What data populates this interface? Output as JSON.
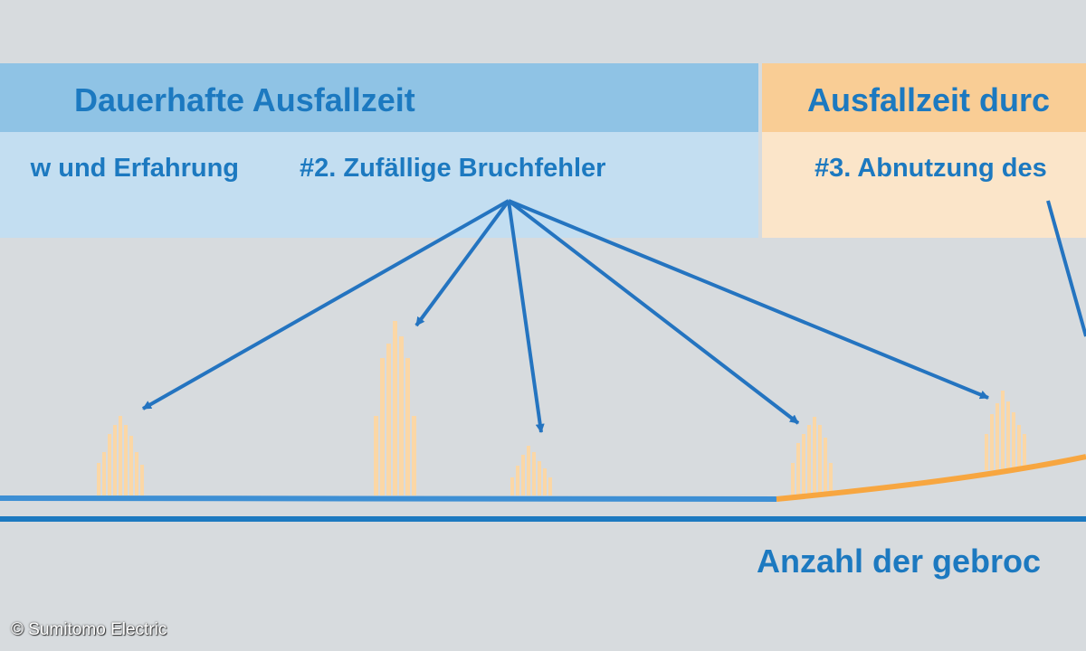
{
  "left_section": {
    "title": "Dauerhafte Ausfallzeit",
    "item1": "w und Erfahrung",
    "item2": "#2. Zufällige Bruchfehler"
  },
  "right_section": {
    "title": "Ausfallzeit durc",
    "item3": "#3. Abnutzung des"
  },
  "x_axis_label": "Anzahl der gebroc",
  "copyright": "© Sumitomo Electric",
  "colors": {
    "background": "#d7dbde",
    "blue_header": "#8fc3e5",
    "blue_body": "#c3def1",
    "orange_header": "#f9cd95",
    "orange_body": "#fbe5c9",
    "text_blue": "#1c79c0",
    "arrow_blue": "#2474c0",
    "histogram_bars": "#fbd7a6",
    "curve_orange": "#f7a640"
  }
}
